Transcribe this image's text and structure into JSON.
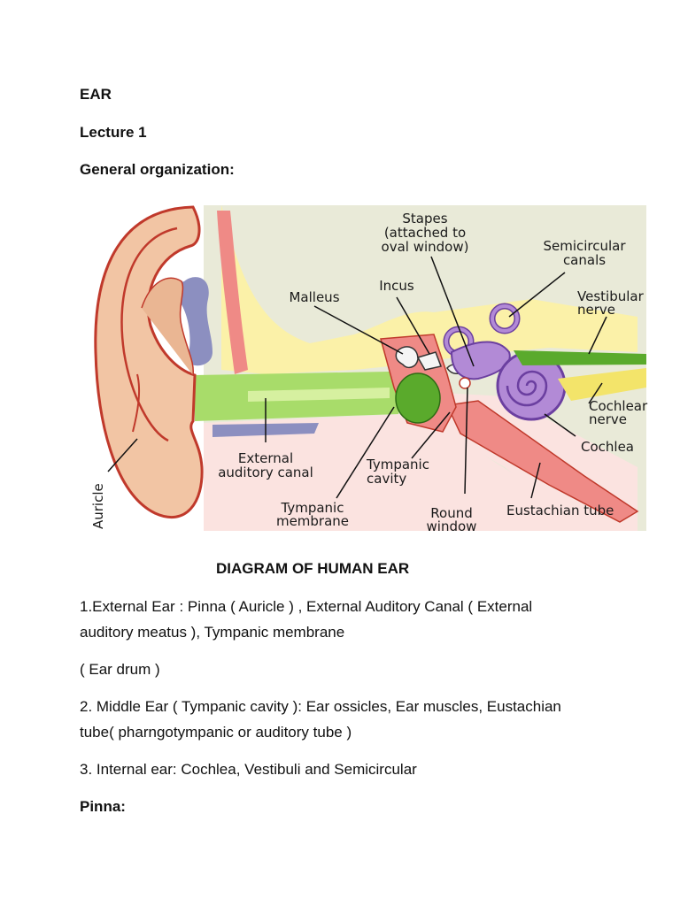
{
  "doc": {
    "title": "EAR",
    "lecture": "Lecture 1",
    "section": "General organization:",
    "caption": "DIAGRAM OF HUMAN EAR",
    "p1_line1": "1.External Ear : Pinna ( Auricle )  ,  External Auditory Canal ( External",
    "p1_line2": "auditory meatus ), Tympanic membrane",
    "p1b": "( Ear drum )",
    "p2_line1": "2. Middle Ear (  Tympanic cavity ): Ear ossicles, Ear muscles, Eustachian",
    "p2_line2": "tube( pharngotympanic or auditory tube )",
    "p3": "3. Internal ear: Cochlea, Vestibuli and Semicircular",
    "heading2": "Pinna:"
  },
  "figure": {
    "labels": {
      "stapes_1": "Stapes",
      "stapes_2": "(attached to",
      "stapes_3": "oval window)",
      "semicircular_1": "Semicircular",
      "semicircular_2": "canals",
      "malleus": "Malleus",
      "incus": "Incus",
      "vestibular_1": "Vestibular",
      "vestibular_2": "nerve",
      "cochlear_nerve_1": "Cochlear",
      "cochlear_nerve_2": "nerve",
      "cochlea": "Cochlea",
      "eac_1": "External",
      "eac_2": "auditory canal",
      "tympanic_cavity_1": "Tympanic",
      "tympanic_cavity_2": "cavity",
      "tympanic_membrane_1": "Tympanic",
      "tympanic_membrane_2": "membrane",
      "round_window_1": "Round",
      "round_window_2": "window",
      "eustachian": "Eustachian tube",
      "auricle": "Auricle"
    },
    "colors": {
      "skin": "#f2c5a4",
      "skin_outline": "#c0392b",
      "bone": "#e9ead8",
      "bone_yellow": "#fbf1a8",
      "soft_pink": "#fbe3e0",
      "canal_green": "#a8dc6a",
      "membrane_green": "#5aaa2c",
      "cochlea_purple": "#b28ad6",
      "cochlea_outline": "#6b3fa0",
      "cartilage_grey": "#8c8fc0",
      "red_tissue": "#ef8a86"
    }
  }
}
